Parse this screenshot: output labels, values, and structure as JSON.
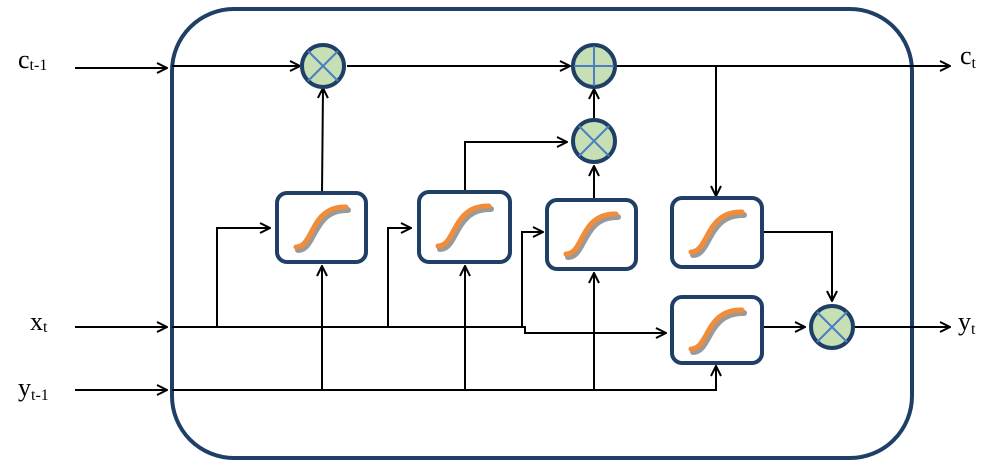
{
  "labels": {
    "c_prev": {
      "main": "c",
      "sub": "t-1"
    },
    "x_t": {
      "main": "x",
      "sub": "t"
    },
    "y_prev": {
      "main": "y",
      "sub": "t-1"
    },
    "c_t": {
      "main": "c",
      "sub": "t"
    },
    "y_t": {
      "main": "y",
      "sub": "t"
    }
  },
  "colors": {
    "cell_border": "#1f3f66",
    "operator_fill": "#c6dfb4",
    "operator_mark": "#4a7fc1",
    "sigmoid_curve": "#f28c38"
  },
  "icons": {
    "gate": "sigmoid-icon",
    "multiply": "multiply-operator",
    "add": "add-operator"
  }
}
